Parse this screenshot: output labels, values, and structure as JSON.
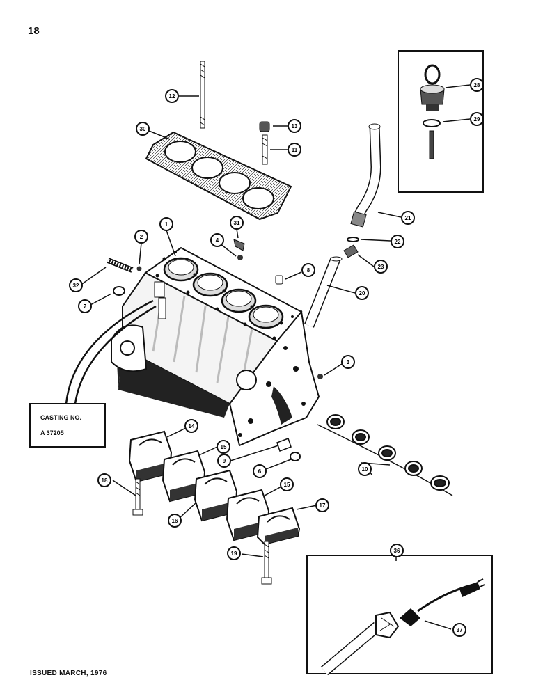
{
  "page_number": "18",
  "issued": "ISSUED MARCH, 1976",
  "casting": {
    "label": "CASTING NO.",
    "number": "A 37205"
  },
  "callouts": [
    "12",
    "13",
    "11",
    "30",
    "28",
    "29",
    "21",
    "22",
    "23",
    "20",
    "1",
    "2",
    "31",
    "4",
    "8",
    "32",
    "7",
    "3",
    "14",
    "15",
    "9",
    "6",
    "10",
    "18",
    "16",
    "15",
    "17",
    "19",
    "36",
    "37"
  ],
  "colors": {
    "ink": "#111111",
    "paper": "#ffffff",
    "shade": "#d9d9d9"
  }
}
